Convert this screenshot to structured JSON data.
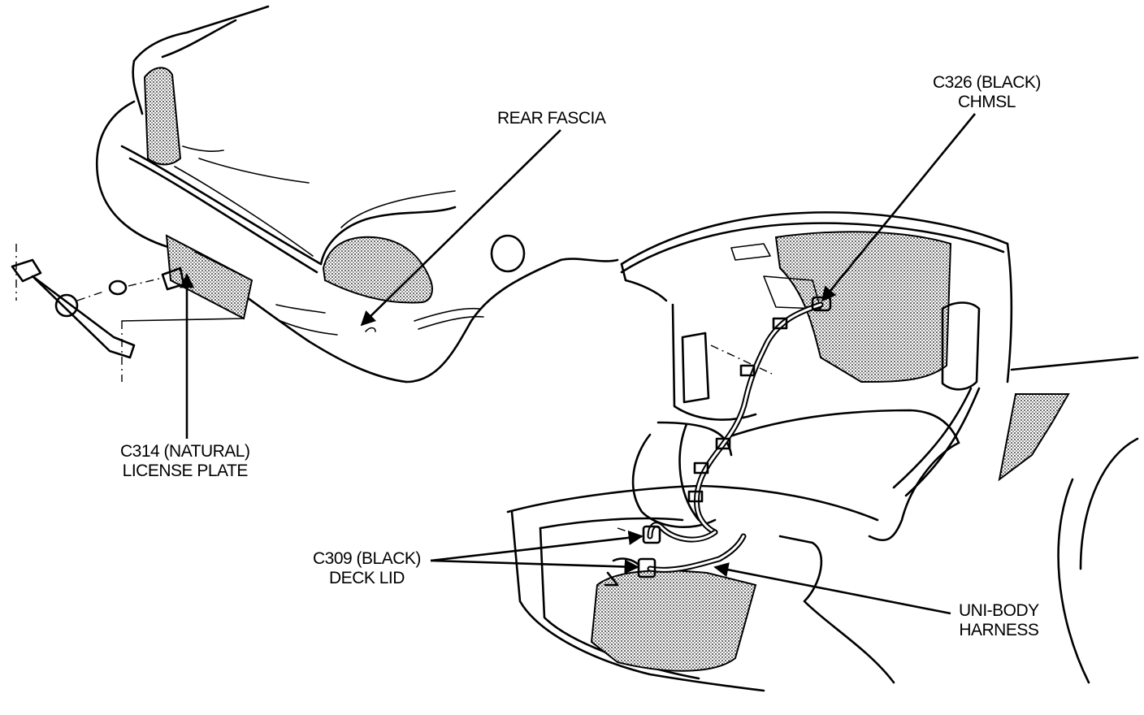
{
  "callouts": {
    "rear_fascia": {
      "line1": "REAR FASCIA"
    },
    "chmsl": {
      "line1": "C326 (BLACK)",
      "line2": "CHMSL"
    },
    "license_plate": {
      "line1": "C314 (NATURAL)",
      "line2": "LICENSE PLATE"
    },
    "deck_lid": {
      "line1": "C309 (BLACK)",
      "line2": "DECK LID"
    },
    "uni_body": {
      "line1": "UNI-BODY",
      "line2": "HARNESS"
    }
  },
  "colors": {
    "ink": "#000000",
    "paper": "#ffffff"
  }
}
